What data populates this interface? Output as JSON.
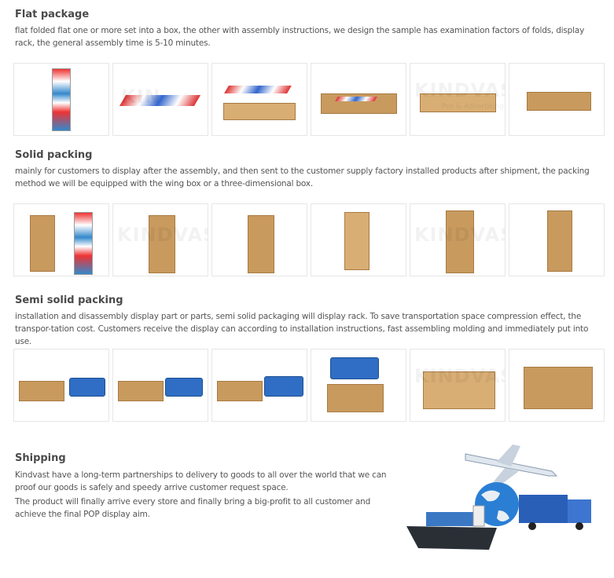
{
  "sections": [
    {
      "title": "Flat package",
      "text": "flat folded flat one or more set into a box, the other with assembly instructions, we design the sample has examination factors of folds, display rack, the general assembly time is 5-10 minutes."
    },
    {
      "title": "Solid packing",
      "text": "mainly for customers to display after the assembly, and then sent to the customer supply factory installed products after shipment, the packing method we will be equipped with the wing box or a three-dimensional box."
    },
    {
      "title": "Semi solid packing",
      "text": "installation and disassembly display part or parts, semi solid packaging will display rack. To save transportation space compression effect, the transpor-tation cost. Customers receive the display can according to installation instructions, fast assembling molding and immediately put into use."
    }
  ],
  "shipping": {
    "title": "Shipping",
    "paragraphs": [
      "Kindvast have a long-term partnerships to delivery to goods to all over the world that we can proof our goods is safely and speedy arrive customer request space.",
      "The product will finally arrive every store and finally bring a big-profit to all customer and achieve the final POP display aim."
    ]
  },
  "watermark": {
    "brand": "KINDVAST",
    "tagline": "Pos & Advertising service"
  }
}
